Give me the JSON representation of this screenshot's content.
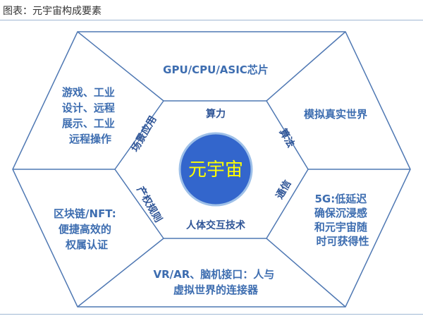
{
  "header": {
    "title": "图表：元宇宙构成要素"
  },
  "colors": {
    "outer_fill": "#ffffff",
    "outer_stroke": "#4f78b3",
    "inner_fill": "#ffffff",
    "inner_stroke": "#4f78b3",
    "center_fill": "#3366cc",
    "center_stroke": "#9ec0e8",
    "accent_text": "#3d6db0",
    "center_text": "#ffff00"
  },
  "diagram": {
    "center": {
      "label": "元宇宙"
    },
    "outer_segments": [
      {
        "id": "top",
        "lines": [
          "GPU/CPU/ASIC芯片"
        ]
      },
      {
        "id": "upper-right",
        "lines": [
          "模拟真实世界"
        ]
      },
      {
        "id": "lower-right",
        "lines": [
          "5G:低延迟",
          "确保沉浸感",
          "和元宇宙随",
          "时可获得性"
        ]
      },
      {
        "id": "bottom",
        "lines": [
          "VR/AR、脑机接口：人与",
          "虚拟世界的连接器"
        ]
      },
      {
        "id": "lower-left",
        "lines": [
          "区块链/NFT:",
          "便捷高效的",
          "权属认证"
        ]
      },
      {
        "id": "upper-left",
        "lines": [
          "游戏、工业",
          "设计、远程",
          "展示、工业",
          "远程操作"
        ]
      }
    ],
    "inner_labels": [
      {
        "id": "top",
        "text": "算力"
      },
      {
        "id": "upper-right",
        "text": "算法"
      },
      {
        "id": "lower-right",
        "text": "通信"
      },
      {
        "id": "bottom",
        "text": "人体交互技术"
      },
      {
        "id": "lower-left",
        "text": "产权规则"
      },
      {
        "id": "upper-left",
        "text": "场景应用"
      }
    ]
  }
}
